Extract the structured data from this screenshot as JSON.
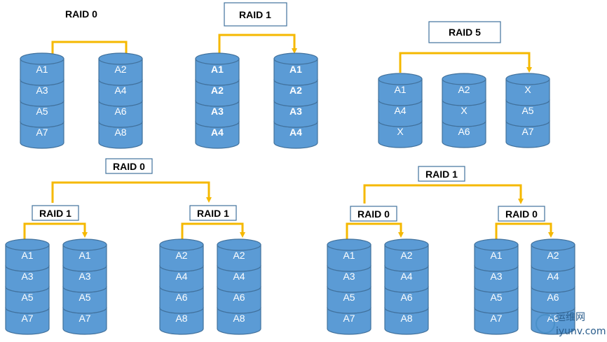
{
  "colors": {
    "disk_fill": "#5b9bd5",
    "disk_stroke": "#41719c",
    "arrow": "#f5b800",
    "label_box_stroke": "#41719c",
    "text_white": "#ffffff",
    "text_red": "#ff0000",
    "text_gold": "#f5c242",
    "text_black": "#000000"
  },
  "titles": {
    "raid0_top": "RAID 0",
    "raid1_top": "RAID 1",
    "raid5_top": "RAID 5",
    "raid10_outer": "RAID 0",
    "raid10_inner_left": "RAID 1",
    "raid10_inner_right": "RAID 1",
    "raid01_outer": "RAID 1",
    "raid01_inner_left": "RAID 0",
    "raid01_inner_right": "RAID 0"
  },
  "disks": {
    "raid0_d1": [
      "A1",
      "A3",
      "A5",
      "A7"
    ],
    "raid0_d2": [
      "A2",
      "A4",
      "A6",
      "A8"
    ],
    "raid1_d1": [
      "A1",
      "A2",
      "A3",
      "A4"
    ],
    "raid1_d2": [
      "A1",
      "A2",
      "A3",
      "A4"
    ],
    "raid5_d1": [
      "A1",
      "A4",
      "X"
    ],
    "raid5_d2": [
      "A2",
      "X",
      "A6"
    ],
    "raid5_d3": [
      "X",
      "A5",
      "A7"
    ],
    "raid10_d1": [
      "A1",
      "A3",
      "A5",
      "A7"
    ],
    "raid10_d2": [
      "A1",
      "A3",
      "A5",
      "A7"
    ],
    "raid10_d3": [
      "A2",
      "A4",
      "A6",
      "A8"
    ],
    "raid10_d4": [
      "A2",
      "A4",
      "A6",
      "A8"
    ],
    "raid01_d1": [
      "A1",
      "A3",
      "A5",
      "A7"
    ],
    "raid01_d2": [
      "A2",
      "A4",
      "A6",
      "A8"
    ],
    "raid01_d3": [
      "A1",
      "A3",
      "A5",
      "A7"
    ],
    "raid01_d4": [
      "A2",
      "A4",
      "A6",
      "A8"
    ]
  },
  "watermark": {
    "line1": "运维网",
    "line2": "iyunv.com"
  }
}
